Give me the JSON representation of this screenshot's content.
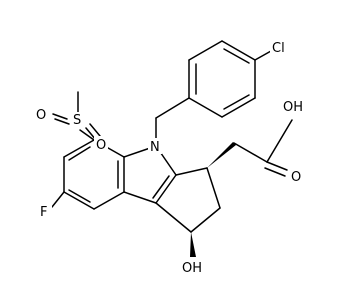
{
  "molecule": {
    "atom_labels": {
      "cl": "Cl",
      "s": "S",
      "o_sulfonyl_top": "O",
      "o_sulfonyl_bottom": "O",
      "n": "N",
      "f": "F",
      "oh_ring": "OH",
      "oh_acid": "OH",
      "o_carbonyl": "O"
    },
    "colors": {
      "bond": "#000000",
      "label": "#000000",
      "background": "#ffffff"
    }
  }
}
